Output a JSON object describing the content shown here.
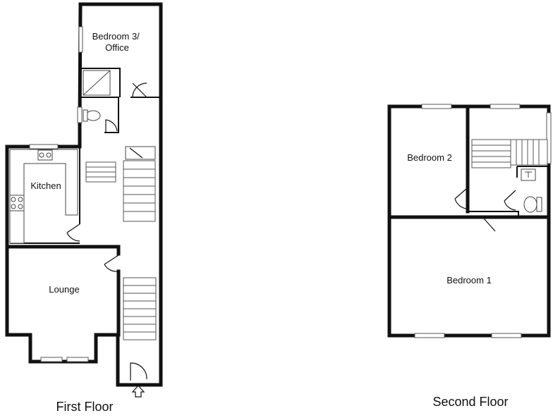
{
  "floors": [
    {
      "label": "First Floor",
      "rooms": [
        {
          "label_lines": [
            "Bedroom 3/",
            "Office"
          ]
        },
        {
          "label_lines": [
            "Kitchen"
          ]
        },
        {
          "label_lines": [
            "Lounge"
          ]
        }
      ]
    },
    {
      "label": "Second Floor",
      "rooms": [
        {
          "label_lines": [
            "Bedroom 2"
          ]
        },
        {
          "label_lines": [
            "Bedroom 1"
          ]
        }
      ]
    }
  ]
}
